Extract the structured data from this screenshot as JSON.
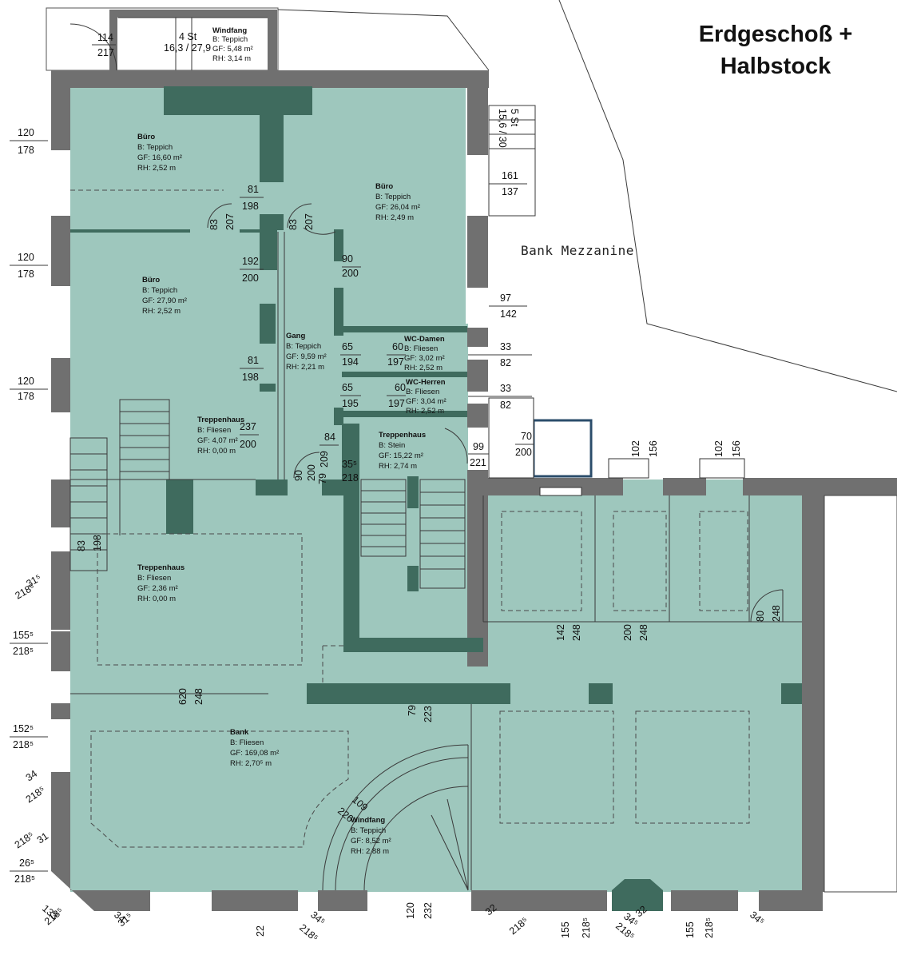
{
  "title": {
    "line1": "Erdgeschoß +",
    "line2": "Halbstock"
  },
  "mezzanine_label": "Bank Mezzanine",
  "rooms": [
    {
      "name": "Windfang",
      "b": "B: Teppich",
      "gf": "GF: 5,48 m²",
      "rh": "RH: 3,14 m"
    },
    {
      "name": "Büro",
      "b": "B: Teppich",
      "gf": "GF: 16,60 m²",
      "rh": "RH: 2,52 m"
    },
    {
      "name": "Büro",
      "b": "B: Teppich",
      "gf": "GF: 26,04 m²",
      "rh": "RH: 2,49 m"
    },
    {
      "name": "Büro",
      "b": "B: Teppich",
      "gf": "GF: 27,90 m²",
      "rh": "RH: 2,52 m"
    },
    {
      "name": "Gang",
      "b": "B: Teppich",
      "gf": "GF: 9,59 m²",
      "rh": "RH: 2,21 m"
    },
    {
      "name": "WC-Damen",
      "b": "B: Fliesen",
      "gf": "GF: 3,02 m²",
      "rh": "RH: 2,52 m"
    },
    {
      "name": "WC-Herren",
      "b": "B: Fliesen",
      "gf": "GF: 3,04 m²",
      "rh": "RH: 2,52 m"
    },
    {
      "name": "Treppenhaus",
      "b": "B: Fliesen",
      "gf": "GF: 4,07 m²",
      "rh": "RH: 0,00 m"
    },
    {
      "name": "Treppenhaus",
      "b": "B: Stein",
      "gf": "GF: 15,22 m²",
      "rh": "RH: 2,74 m"
    },
    {
      "name": "Treppenhaus",
      "b": "B: Fliesen",
      "gf": "GF: 2,36 m²",
      "rh": "RH: 0,00 m"
    },
    {
      "name": "Bank",
      "b": "B: Fliesen",
      "gf": "GF: 169,08 m²",
      "rh": "RH: 2,70⁵ m"
    },
    {
      "name": "Windfang",
      "b": "B: Teppich",
      "gf": "GF: 8,52 m²",
      "rh": "RH: 2,88 m"
    }
  ],
  "stairs": {
    "top": "4 St",
    "top_ratio": "16,3 / 27,9",
    "side": "5 St",
    "side_ratio": "15,6 / 30"
  },
  "dims": {
    "d114": "114",
    "d217": "217",
    "w1a": "120",
    "w1b": "178",
    "w2a": "120",
    "w2b": "178",
    "w3a": "120",
    "w3b": "178",
    "r161": "161",
    "r137": "137",
    "r97": "97",
    "r142": "142",
    "r33a": "33",
    "r82a": "82",
    "r33b": "33",
    "r82b": "82",
    "r99": "99",
    "r221": "221",
    "r70": "70",
    "r200": "200",
    "d81a": "81",
    "d198a": "198",
    "d83a": "83",
    "d207a": "207",
    "d83b": "83",
    "d207b": "207",
    "d192": "192",
    "d200a": "200",
    "d90a": "90",
    "d200b": "200",
    "d81b": "81",
    "d198b": "198",
    "d65a": "65",
    "d194": "194",
    "d60a": "60",
    "d197a": "197",
    "d65b": "65",
    "d195": "195",
    "d60b": "60",
    "d197b": "197",
    "d237": "237",
    "d200c": "200",
    "d84": "84",
    "d209": "209",
    "d35": "35⁵",
    "d218c": "218",
    "d90b": "90",
    "d200d": "200",
    "d79": "79",
    "d83c": "83",
    "d198c": "198",
    "l31": "31⁵",
    "l218a": "218⁵",
    "l155": "155⁵",
    "l218b": "218⁵",
    "l152": "152⁵",
    "l218c": "218⁵",
    "l34": "34",
    "l218d": "218⁵",
    "l31b": "31",
    "l218e": "218⁵",
    "l26": "26⁵",
    "l218f": "218⁵",
    "b133": "133",
    "b218": "218⁵",
    "b34": "34",
    "b31": "31⁵",
    "b22": "22",
    "b218b": "218⁵",
    "b34b": "34⁵",
    "b120": "120",
    "b232": "232",
    "b32": "32",
    "b218c": "218⁵",
    "b155": "155",
    "b218d": "218⁵",
    "b34c": "34⁵",
    "b32b": "32",
    "b218e": "218⁵",
    "b155b": "155",
    "b218f": "218⁵",
    "b34d": "34⁵",
    "t102a": "102",
    "t156a": "156",
    "t102b": "102",
    "t156b": "156",
    "m620": "620",
    "m248a": "248",
    "m79": "79",
    "m223": "223",
    "m109": "109",
    "m226": "226",
    "m142": "142",
    "m248b": "248",
    "m200": "200",
    "m248c": "248",
    "m80": "80",
    "m248d": "248"
  },
  "colors": {
    "room": "#9ec7bd",
    "wall": "#707070",
    "column": "#3f6b5e"
  }
}
